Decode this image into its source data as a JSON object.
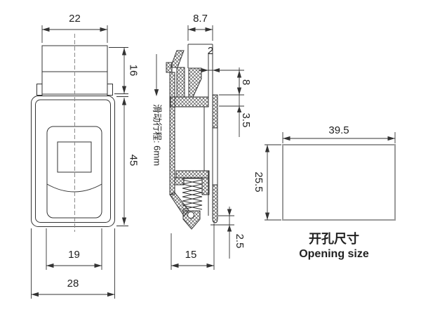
{
  "drawing": {
    "front_view": {
      "top_width": "22",
      "head_height": "16",
      "body_height": "45",
      "inner_width": "19",
      "bottom_width": "28"
    },
    "section_view": {
      "button_width": "8.7",
      "panel_thickness": "2",
      "catch_depth": "8",
      "flange_depth": "3.5",
      "body_depth": "15",
      "tip_clearance": "2.5",
      "travel_note": "滑动行程: 6mm"
    },
    "opening_view": {
      "width": "39.5",
      "height": "25.5",
      "caption_cn": "开孔尺寸",
      "caption_en": "Opening size"
    },
    "colors": {
      "line": "#333333",
      "opening_outline": "#9a9a9a",
      "background": "#ffffff"
    }
  }
}
